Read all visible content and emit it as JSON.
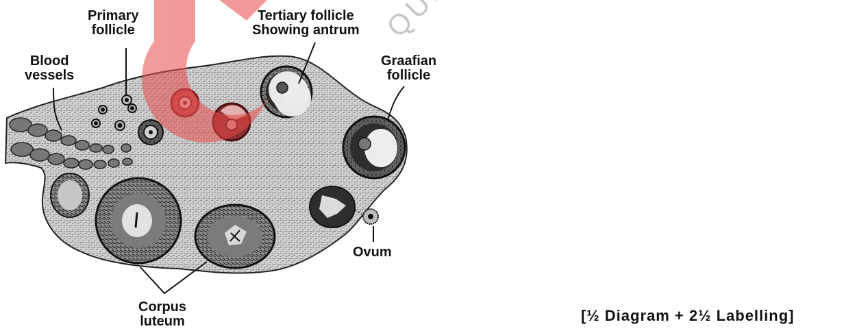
{
  "labels": {
    "primary_follicle": [
      "Primary",
      "follicle"
    ],
    "tertiary_follicle": [
      "Tertiary follicle",
      "Showing antrum"
    ],
    "blood_vessels": [
      "Blood",
      "vessels"
    ],
    "graafian_follicle": [
      "Graafian",
      "follicle"
    ],
    "ovum": "Ovum",
    "corpus_luteum": [
      "Corpus",
      "luteum"
    ]
  },
  "marks_note": "[½ Diagram + 2½ Labelling]",
  "watermark_text": "QUESTIO",
  "colors": {
    "ink": "#111111",
    "tissue": "#cfcfcf",
    "watermark": "#e84848"
  }
}
